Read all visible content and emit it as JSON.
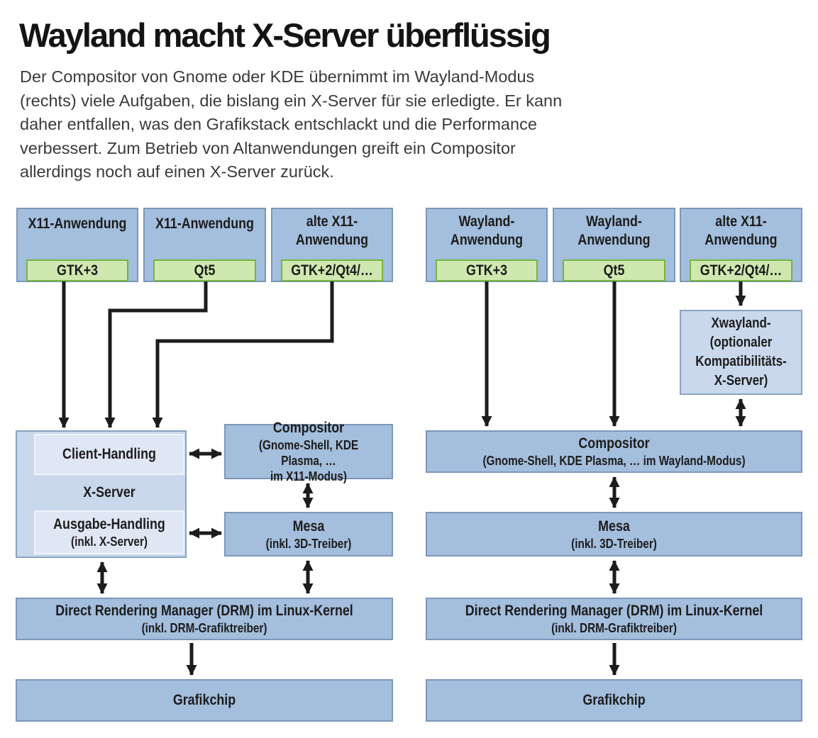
{
  "header": {
    "title": "Wayland macht X-Server überflüssig",
    "intro": "Der Compositor von Gnome oder KDE übernimmt im Wayland-Modus\n(rechts) viele Aufgaben, die bislang ein X-Server für sie erledigte. Er kann\ndaher entfallen, was den Grafikstack entschlackt und die Performance\nverbessert. Zum Betrieb von Altanwendungen greift ein Compositor\nallerdings noch auf einen X-Server zurück."
  },
  "colors": {
    "box_blue": "#a4bedd",
    "box_blue_border": "#7d97b9",
    "box_green": "#cfe8b0",
    "box_green_border": "#76b43e",
    "box_light": "#c9d8ec",
    "box_light_border": "#8aa3c2",
    "box_inner": "#dfe7f4",
    "arrow": "#1c1c1c"
  },
  "left": {
    "apps": [
      {
        "title": "X11-Anwendung",
        "toolkit": "GTK+3"
      },
      {
        "title": "X11-Anwendung",
        "toolkit": "Qt5"
      },
      {
        "title": "alte X11-\nAnwendung",
        "toolkit": "GTK+2/Qt4/…"
      }
    ],
    "xserver": {
      "client": "Client-Handling",
      "label": "X-Server",
      "output_title": "Ausgabe-Handling",
      "output_sub": "(inkl. X-Server)"
    },
    "compositor": {
      "title": "Compositor",
      "sub": "(Gnome-Shell, KDE Plasma, …\nim X11-Modus)"
    },
    "mesa": {
      "title": "Mesa",
      "sub": "(inkl. 3D-Treiber)"
    },
    "drm": {
      "title": "Direct Rendering Manager (DRM) im Linux-Kernel",
      "sub": "(inkl. DRM-Grafiktreiber)"
    },
    "chip": "Grafikchip"
  },
  "right": {
    "apps": [
      {
        "title": "Wayland-\nAnwendung",
        "toolkit": "GTK+3"
      },
      {
        "title": "Wayland-\nAnwendung",
        "toolkit": "Qt5"
      },
      {
        "title": "alte X11-\nAnwendung",
        "toolkit": "GTK+2/Qt4/…"
      }
    ],
    "xwayland": "Xwayland-\n(optionaler\nKompatibilitäts-\nX-Server)",
    "compositor": {
      "title": "Compositor",
      "sub": "(Gnome-Shell, KDE Plasma, … im Wayland-Modus)"
    },
    "mesa": {
      "title": "Mesa",
      "sub": "(inkl. 3D-Treiber)"
    },
    "drm": {
      "title": "Direct Rendering Manager (DRM) im Linux-Kernel",
      "sub": "(inkl. DRM-Grafiktreiber)"
    },
    "chip": "Grafikchip"
  }
}
